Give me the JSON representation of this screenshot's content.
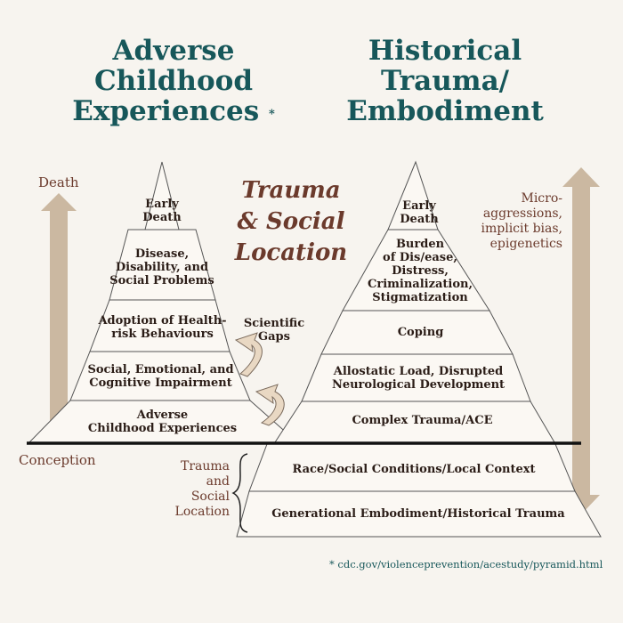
{
  "titles": {
    "ace": [
      "Adverse",
      "Childhood",
      "Experiences"
    ],
    "ace_marker": "*",
    "historical": [
      "Historical",
      "Trauma/",
      "Embodiment"
    ],
    "center": [
      "Trauma",
      "& Social",
      "Location"
    ]
  },
  "left_axis": {
    "top": "Death",
    "bottom": "Conception"
  },
  "ace_levels": [
    [
      "Early",
      "Death"
    ],
    [
      "Disease,",
      "Disability, and",
      "Social Problems"
    ],
    [
      "Adoption of Health-",
      "risk Behaviours"
    ],
    [
      "Social, Emotional, and",
      "Cognitive Impairment"
    ],
    [
      "Adverse",
      "Childhood Experiences"
    ]
  ],
  "scientific_gaps": [
    "Scientific",
    "Gaps"
  ],
  "historical_levels": [
    [
      "Early",
      "Death"
    ],
    [
      "Burden",
      "of Dis/ease,",
      "Distress,",
      "Criminalization,",
      "Stigmatization"
    ],
    [
      "Coping"
    ],
    [
      "Allostatic Load, Disrupted",
      "Neurological Development"
    ],
    [
      "Complex Trauma/ACE"
    ]
  ],
  "base_levels": [
    [
      "Race/Social Conditions/Local Context"
    ],
    [
      "Generational Embodiment/Historical Trauma"
    ]
  ],
  "base_bracket": [
    "Trauma",
    "and",
    "Social",
    "Location"
  ],
  "right_annotation": [
    "Micro-",
    "aggressions,",
    "implicit bias,",
    "epigenetics"
  ],
  "footnote": "* cdc.gov/violenceprevention/acestudy/pyramid.html",
  "colors": {
    "teal": "#17575a",
    "brown": "#6b3a2c",
    "arrow_fill": "#cbb8a1",
    "pyramid_fill": "#fbf8f3"
  }
}
